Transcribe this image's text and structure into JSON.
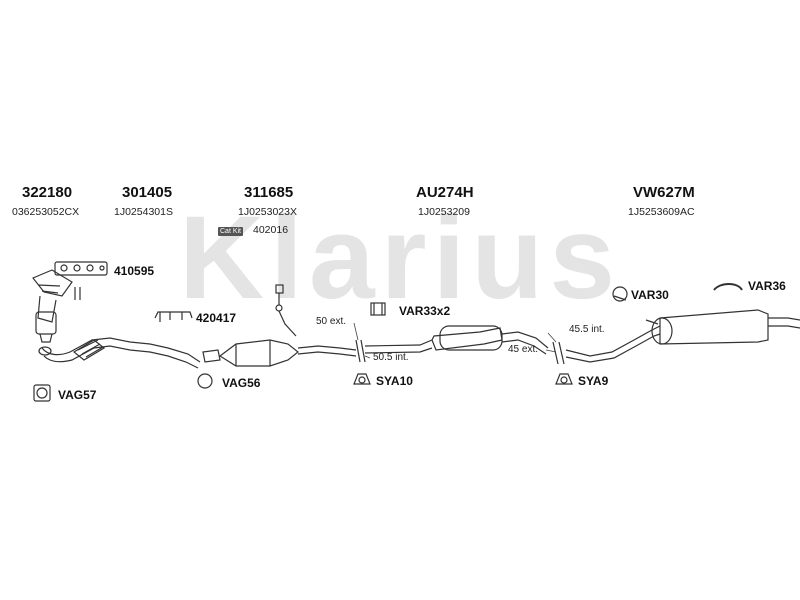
{
  "watermark": "Klarius",
  "header_parts": [
    {
      "part": "322180",
      "oem": "036253052CX"
    },
    {
      "part": "301405",
      "oem": "1J0254301S"
    },
    {
      "part": "311685",
      "oem": "1J0253023X"
    },
    {
      "part": "AU274H",
      "oem": "1J0253209"
    },
    {
      "part": "VW627M",
      "oem": "1J5253609AC"
    }
  ],
  "cat_kit": {
    "badge": "Cat Kit",
    "number": "402016"
  },
  "fittings": {
    "f410595": "410595",
    "f420417": "420417",
    "vag57": "VAG57",
    "vag56": "VAG56",
    "var33": "VAR33x2",
    "sya10": "SYA10",
    "sya9": "SYA9",
    "var30": "VAR30",
    "var36": "VAR36"
  },
  "dimensions": {
    "d1": "50 ext.",
    "d2": "50.5 int.",
    "d3": "45.5 int.",
    "d4": "45 ext."
  }
}
